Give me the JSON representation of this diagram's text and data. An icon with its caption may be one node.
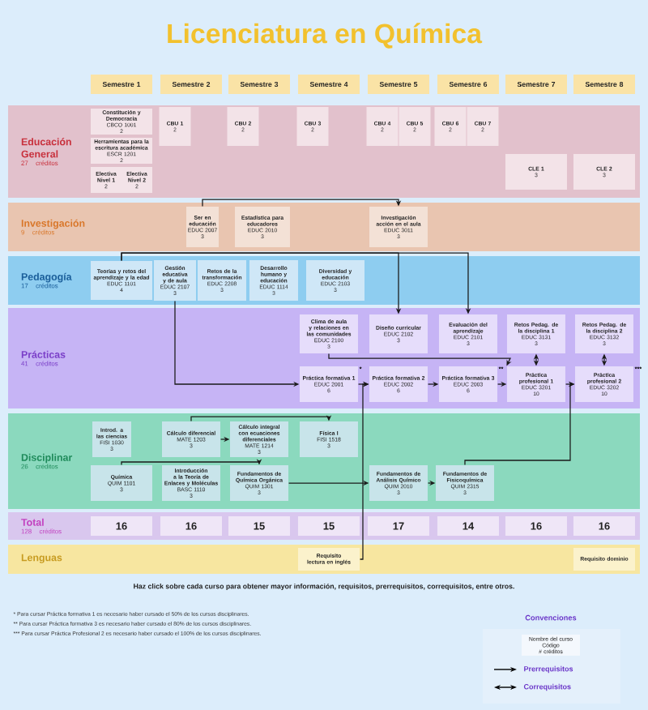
{
  "diagram": {
    "title": "Licenciatura en Química",
    "nodes": [
      {
        "text": [
          "Semestre 1"
        ]
      },
      {
        "text": [
          "Semestre 2"
        ]
      },
      {
        "text": [
          "Semestre 3"
        ]
      },
      {
        "text": [
          "Semestre 4"
        ]
      },
      {
        "text": [
          "Semestre 5"
        ]
      },
      {
        "text": [
          "Semestre 6"
        ]
      },
      {
        "text": [
          "Semestre 7"
        ]
      },
      {
        "text": [
          "Semestre 8"
        ]
      },
      {
        "text": [
          "Educación General",
          "27 créditos"
        ]
      },
      {
        "text": [
          "Constitución y Democracia",
          "CBCO 1001",
          "2"
        ],
        "in": 8
      },
      {
        "text": [
          "Herramientas para la escritura académica",
          "ESCR 1201",
          "2"
        ],
        "in": 8
      },
      {
        "text": [
          "Electiva Nivel 1",
          "2"
        ],
        "in": 8
      },
      {
        "text": [
          "Electiva Nivel 2",
          "2"
        ],
        "in": 8
      },
      {
        "text": [
          "CBU 1",
          "2"
        ],
        "in": 8
      },
      {
        "text": [
          "CBU 2",
          "2"
        ],
        "in": 8
      },
      {
        "text": [
          "CBU 3",
          "2"
        ],
        "in": 8
      },
      {
        "text": [
          "CBU 4",
          "2"
        ],
        "in": 8
      },
      {
        "text": [
          "CBU 5",
          "2"
        ],
        "in": 8
      },
      {
        "text": [
          "CBU 6",
          "2"
        ],
        "in": 8
      },
      {
        "text": [
          "CBU 7",
          "2"
        ],
        "in": 8
      },
      {
        "text": [
          "CLE 1",
          "3"
        ],
        "in": 8
      },
      {
        "text": [
          "CLE 2",
          "3"
        ],
        "in": 8
      },
      {
        "text": [
          "Investigación",
          "9 créditos"
        ]
      },
      {
        "text": [
          "Ser en educación",
          "EDUC 2007",
          "3"
        ],
        "in": 22
      },
      {
        "text": [
          "Estadística para educadores",
          "EDUC 2010",
          "3"
        ],
        "in": 22
      },
      {
        "text": [
          "Investigación acción en el aula",
          "EDUC 3011",
          "3"
        ],
        "in": 22
      },
      {
        "text": [
          "Pedagogía",
          "17 créditos"
        ]
      },
      {
        "text": [
          "Teorías y retos del aprendizaje y la edad",
          "EDUC 1101",
          "4"
        ],
        "in": 26
      },
      {
        "text": [
          "Gestión educativa y de aula",
          "EDUC 2107",
          "3"
        ],
        "in": 26
      },
      {
        "text": [
          "Retos de la transformación",
          "EDUC 2208",
          "3"
        ],
        "in": 26
      },
      {
        "text": [
          "Desarrollo humano y educación",
          "EDUC 1114",
          "3"
        ],
        "in": 26
      },
      {
        "text": [
          "Diversidad y educación",
          "EDUC 2103",
          "3"
        ],
        "in": 26
      },
      {
        "text": [
          "Prácticas",
          "41 créditos"
        ]
      },
      {
        "text": [
          "Clima de aula y relaciones en las comunidades",
          "EDUC 2100",
          "3"
        ],
        "in": 32
      },
      {
        "text": [
          "Diseño curricular",
          "EDUC 2102",
          "3"
        ],
        "in": 32
      },
      {
        "text": [
          "Evaluación del aprendizaje",
          "EDUC 2101",
          "3"
        ],
        "in": 32
      },
      {
        "text": [
          "Retos Pedag. de la disciplina 1",
          "EDUC 3131",
          "3"
        ],
        "in": 32
      },
      {
        "text": [
          "Retos Pedag. de la disciplina 2",
          "EDUC 3132",
          "3"
        ],
        "in": 32
      },
      {
        "text": [
          "Práctica formativa 1",
          "EDUC 2001",
          "6"
        ],
        "in": 32,
        "beside": [
          "*"
        ]
      },
      {
        "text": [
          "Práctica formativa 2",
          "EDUC 2002",
          "6"
        ],
        "in": 32
      },
      {
        "text": [
          "Práctica formativa 3",
          "EDUC 2003",
          "6"
        ],
        "in": 32,
        "beside": [
          "**"
        ]
      },
      {
        "text": [
          "Práctica profesional 1",
          "EDUC 3201",
          "10"
        ],
        "in": 32
      },
      {
        "text": [
          "Práctica profesional 2",
          "EDUC 3202",
          "10"
        ],
        "in": 32,
        "beside": [
          "***"
        ]
      },
      {
        "text": [
          "Disciplinar",
          "26 créditos"
        ]
      },
      {
        "text": [
          "Introd. a las ciencias",
          "FISI 1030",
          "3"
        ],
        "in": 43
      },
      {
        "text": [
          "Cálculo diferencial",
          "MATE 1203",
          "3"
        ],
        "in": 43
      },
      {
        "text": [
          "Cálculo integral con ecuaciones diferenciales",
          "MATE 1214",
          "3"
        ],
        "in": 43
      },
      {
        "text": [
          "Física I",
          "FISI 1518",
          "3"
        ],
        "in": 43
      },
      {
        "text": [
          "Química",
          "QUIM 1101",
          "3"
        ],
        "in": 43
      },
      {
        "text": [
          "Introducción a la Teoría de Enlaces y Moléculas",
          "BASC 1110",
          "3"
        ],
        "in": 43
      },
      {
        "text": [
          "Fundamentos de Química Orgánica",
          "QUIM 1301",
          "3"
        ],
        "in": 43
      },
      {
        "text": [
          "Fundamentos de Análisis Químico",
          "QUIM 2010",
          "3"
        ],
        "in": 43
      },
      {
        "text": [
          "Fundamentos de Fisicoquímica",
          "QUIM 2315",
          "3"
        ],
        "in": 43
      },
      {
        "text": [
          "Total",
          "128 créditos"
        ]
      },
      {
        "text": [
          "16"
        ],
        "in": 53
      },
      {
        "text": [
          "16"
        ],
        "in": 53
      },
      {
        "text": [
          "15"
        ],
        "in": 53
      },
      {
        "text": [
          "15"
        ],
        "in": 53
      },
      {
        "text": [
          "17"
        ],
        "in": 53
      },
      {
        "text": [
          "14"
        ],
        "in": 53
      },
      {
        "text": [
          "16"
        ],
        "in": 53
      },
      {
        "text": [
          "16"
        ],
        "in": 53
      },
      {
        "text": [
          "Lenguas"
        ]
      },
      {
        "text": [
          "Requisito lectura en inglés"
        ],
        "in": 62
      },
      {
        "text": [
          "Requisito dominio"
        ],
        "in": 62
      },
      {
        "text": [
          "Nombre del curso",
          "Código",
          "# créditos"
        ]
      }
    ],
    "edges": [
      {
        "from": 23,
        "to": 25,
        "arrow": "to"
      },
      {
        "from": 27,
        "to": 34,
        "arrow": "to"
      },
      {
        "from": 27,
        "to": 35,
        "arrow": "to"
      },
      {
        "from": 28,
        "to": 38,
        "arrow": "to"
      },
      {
        "from": 38,
        "to": 39,
        "arrow": "to"
      },
      {
        "from": 39,
        "to": 40,
        "arrow": "to"
      },
      {
        "from": 40,
        "to": 41,
        "arrow": "to"
      },
      {
        "from": 41,
        "to": 42,
        "arrow": "to"
      },
      {
        "from": 33,
        "to": 41,
        "arrow": "to"
      },
      {
        "from": 36,
        "to": 41,
        "arrow": "both"
      },
      {
        "from": 37,
        "to": 42,
        "arrow": "both"
      },
      {
        "from": 45,
        "to": 46,
        "arrow": "to"
      },
      {
        "from": 48,
        "to": 50,
        "arrow": "to"
      },
      {
        "from": 50,
        "to": 51,
        "arrow": "to"
      },
      {
        "from": 51,
        "to": 52,
        "arrow": "to"
      },
      {
        "from": 63,
        "to": 39,
        "arrow": "to"
      },
      {
        "from": 52,
        "to": 42,
        "arrow": "to"
      },
      {
        "from": 45,
        "to": 47,
        "arrow": "to"
      }
    ],
    "labels": [
      "Haz click sobre cada curso para obtener mayor información, requisitos, prerrequisitos, correquisitos, entre otros.",
      "* Para cursar Práctica formativa 1 es necesario haber cursado el 50% de los cursos disciplinares.",
      "** Para cursar Práctica formativa 3 es necesario haber cursado el 80% de los cursos disciplinares.",
      "*** Para cursar Práctica Profesional 2 es necesario haber cursado el 100% de los cursos disciplinares.",
      "Convenciones"
    ],
    "legend": [
      {
        "text": "Prerrequisitos"
      },
      {
        "text": "Correquisitos"
      }
    ]
  }
}
